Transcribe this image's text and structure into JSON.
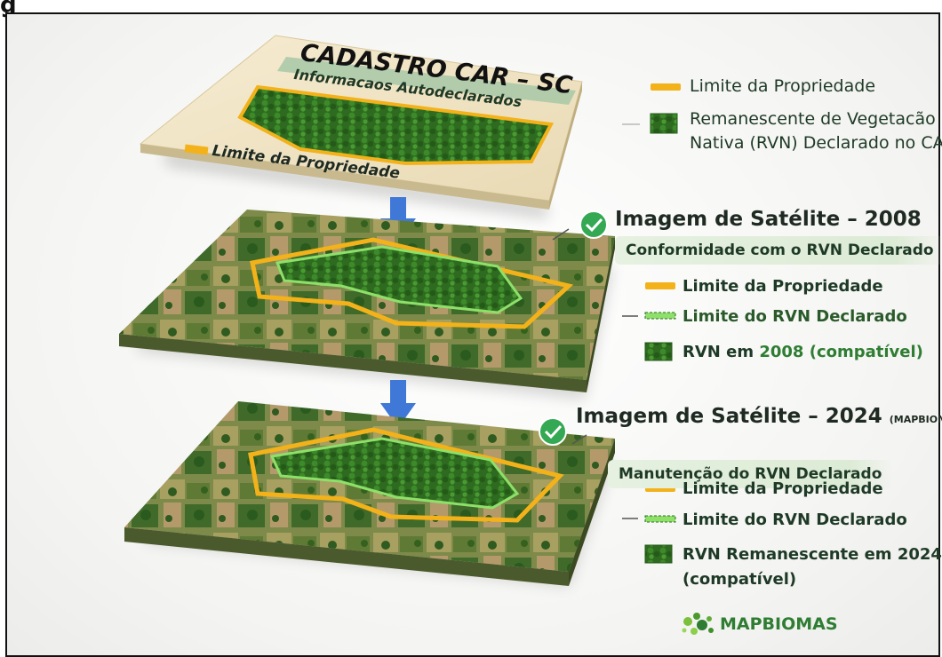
{
  "figure_label": "g",
  "car_card": {
    "title": "CADASTRO CAR – SC",
    "subtitle": "Informacaos Autodeclarados",
    "limit_label": "Limite da Propriedade"
  },
  "legend_car": {
    "items": [
      {
        "label": "Limite da Propriedade",
        "swatch": "yellow"
      },
      {
        "label": "Remanescente de Vegetacão",
        "label2": "Nativa (RVN) Declarado no CAR",
        "swatch": "green-texture"
      }
    ]
  },
  "layer_2008": {
    "title": "Imagem de Satélite – 2008",
    "banner": "Conformidade com o RVN Declarado",
    "legend": [
      {
        "label": "Limite da Propriedade",
        "swatch": "yellow"
      },
      {
        "label": "Limite do RVN Declarado",
        "swatch": "green-dashed"
      },
      {
        "label_pre": "RVN em ",
        "label_highlight": "2008 (compatível)",
        "swatch": "dark-green"
      }
    ]
  },
  "layer_2024": {
    "title": "Imagem de Satélite – 2024",
    "title_suffix": "(MAPBIOMAS)",
    "banner": "Manutenção do RVN Declarado",
    "legend": [
      {
        "label": "Limite da Propriedade",
        "swatch": "yellow"
      },
      {
        "label": "Limite do RVN Declarado",
        "swatch": "green-dashed"
      },
      {
        "label": "RVN Remanescente em 2024",
        "label2": "(compatível)",
        "swatch": "dark-green"
      }
    ]
  },
  "brand": {
    "name": "MAPBIOMAS"
  },
  "colors": {
    "property_limit": "#f3b21a",
    "rvn_limit": "#8ee06a",
    "forest": "#2f6b22",
    "arrow": "#3f78d6",
    "check": "#34a853",
    "card": "#efe3c2"
  }
}
